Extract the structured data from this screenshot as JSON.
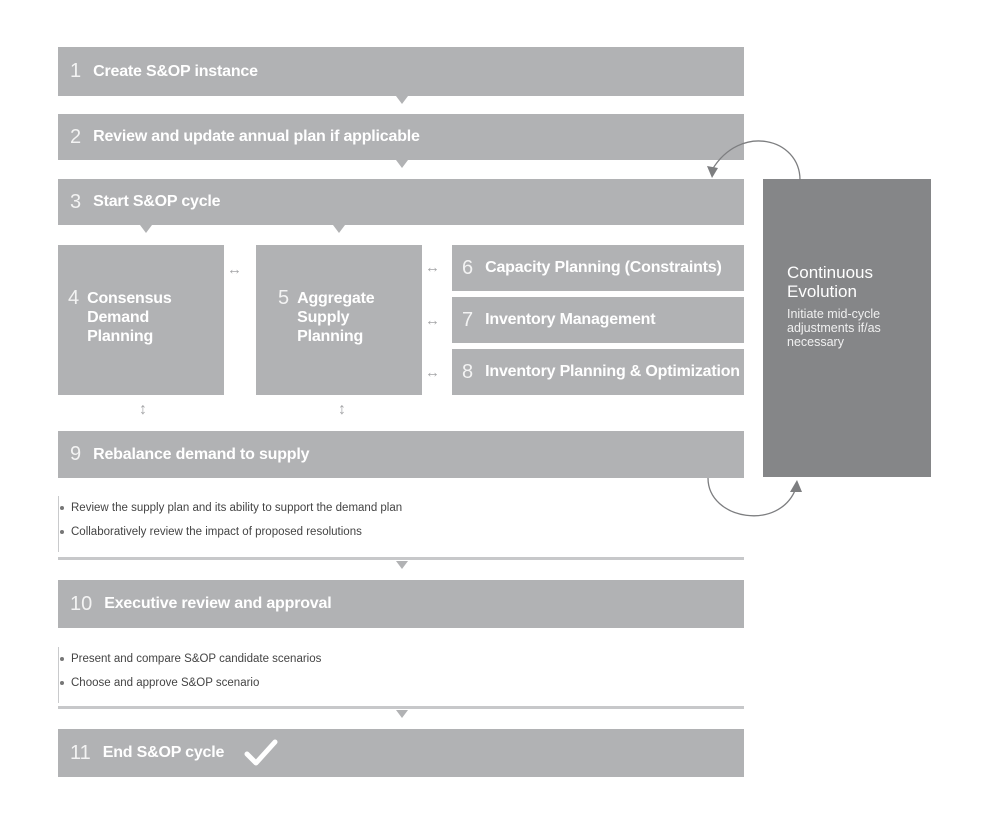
{
  "steps": [
    {
      "num": "1",
      "label": "Create S&OP instance"
    },
    {
      "num": "2",
      "label": "Review and update annual plan if applicable"
    },
    {
      "num": "3",
      "label": "Start S&OP cycle"
    },
    {
      "num": "4",
      "label_lines": [
        "Consensus",
        "Demand",
        "Planning"
      ]
    },
    {
      "num": "5",
      "label_lines": [
        "Aggregate",
        "Supply",
        "Planning"
      ]
    },
    {
      "num": "6",
      "label": "Capacity Planning (Constraints)"
    },
    {
      "num": "7",
      "label": "Inventory Management"
    },
    {
      "num": "8",
      "label": "Inventory Planning & Optimization"
    },
    {
      "num": "9",
      "label": "Rebalance demand to supply",
      "bullets": [
        "Review the supply plan and its ability to support the demand plan",
        "Collaboratively review the impact of proposed resolutions"
      ]
    },
    {
      "num": "10",
      "label": "Executive review and approval",
      "bullets": [
        "Present and compare S&OP candidate scenarios",
        "Choose and approve S&OP scenario"
      ]
    },
    {
      "num": "11",
      "label": "End S&OP cycle"
    }
  ],
  "side_panel": {
    "title": "Continuous Evolution",
    "subtitle": "Initiate mid-cycle adjustments if/as necessary"
  },
  "icons": {
    "check": "checkmark-icon",
    "loop": "curved-arrow-icon"
  },
  "colors": {
    "bar": "#b1b2b4",
    "panel": "#858688",
    "text": "#ffffff"
  }
}
